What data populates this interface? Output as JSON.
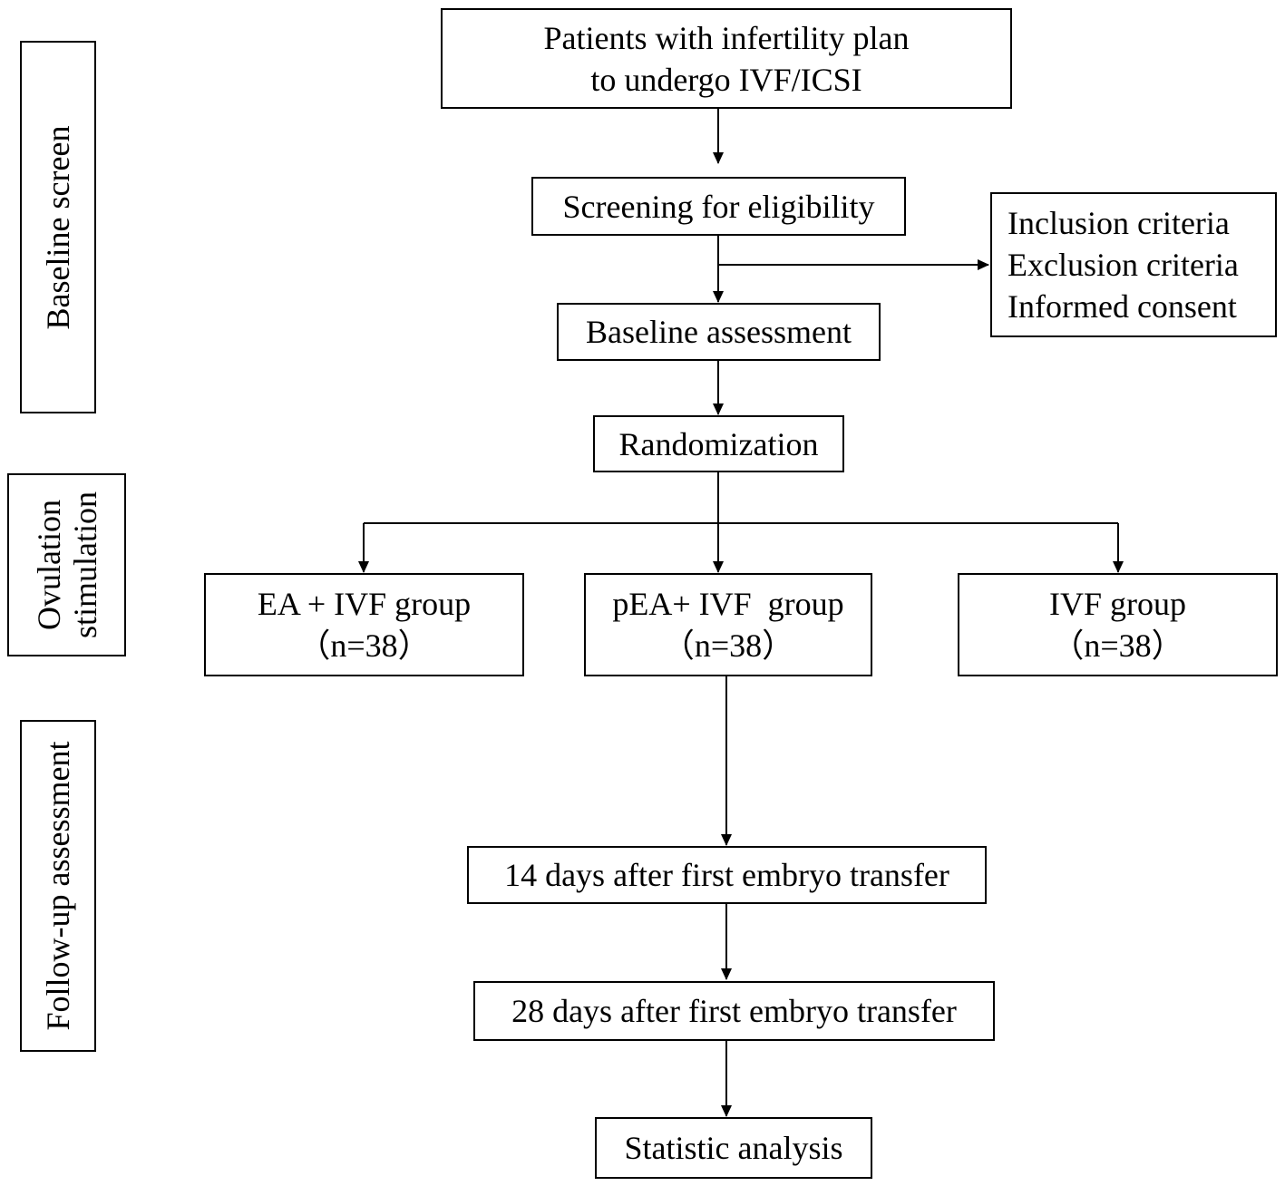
{
  "phases": {
    "baseline": "Baseline screen",
    "ovulation": [
      "Ovulation",
      "stimulation"
    ],
    "followup": "Follow-up assessment"
  },
  "nodes": {
    "patients": [
      "Patients with infertility plan",
      "to undergo IVF/ICSI"
    ],
    "screening": "Screening for eligibility",
    "criteria": [
      "Inclusion criteria",
      "Exclusion criteria",
      "Informed consent"
    ],
    "baseline_assessment": "Baseline assessment",
    "randomization": "Randomization",
    "groups": [
      {
        "name": "EA + IVF group",
        "n": "（n=38）"
      },
      {
        "name": "pEA+ IVF  group",
        "n": "（n=38）"
      },
      {
        "name": "IVF group",
        "n": "（n=38）"
      }
    ],
    "day14": "14 days after first embryo transfer",
    "day28": "28 days after first embryo transfer",
    "analysis": "Statistic analysis"
  }
}
